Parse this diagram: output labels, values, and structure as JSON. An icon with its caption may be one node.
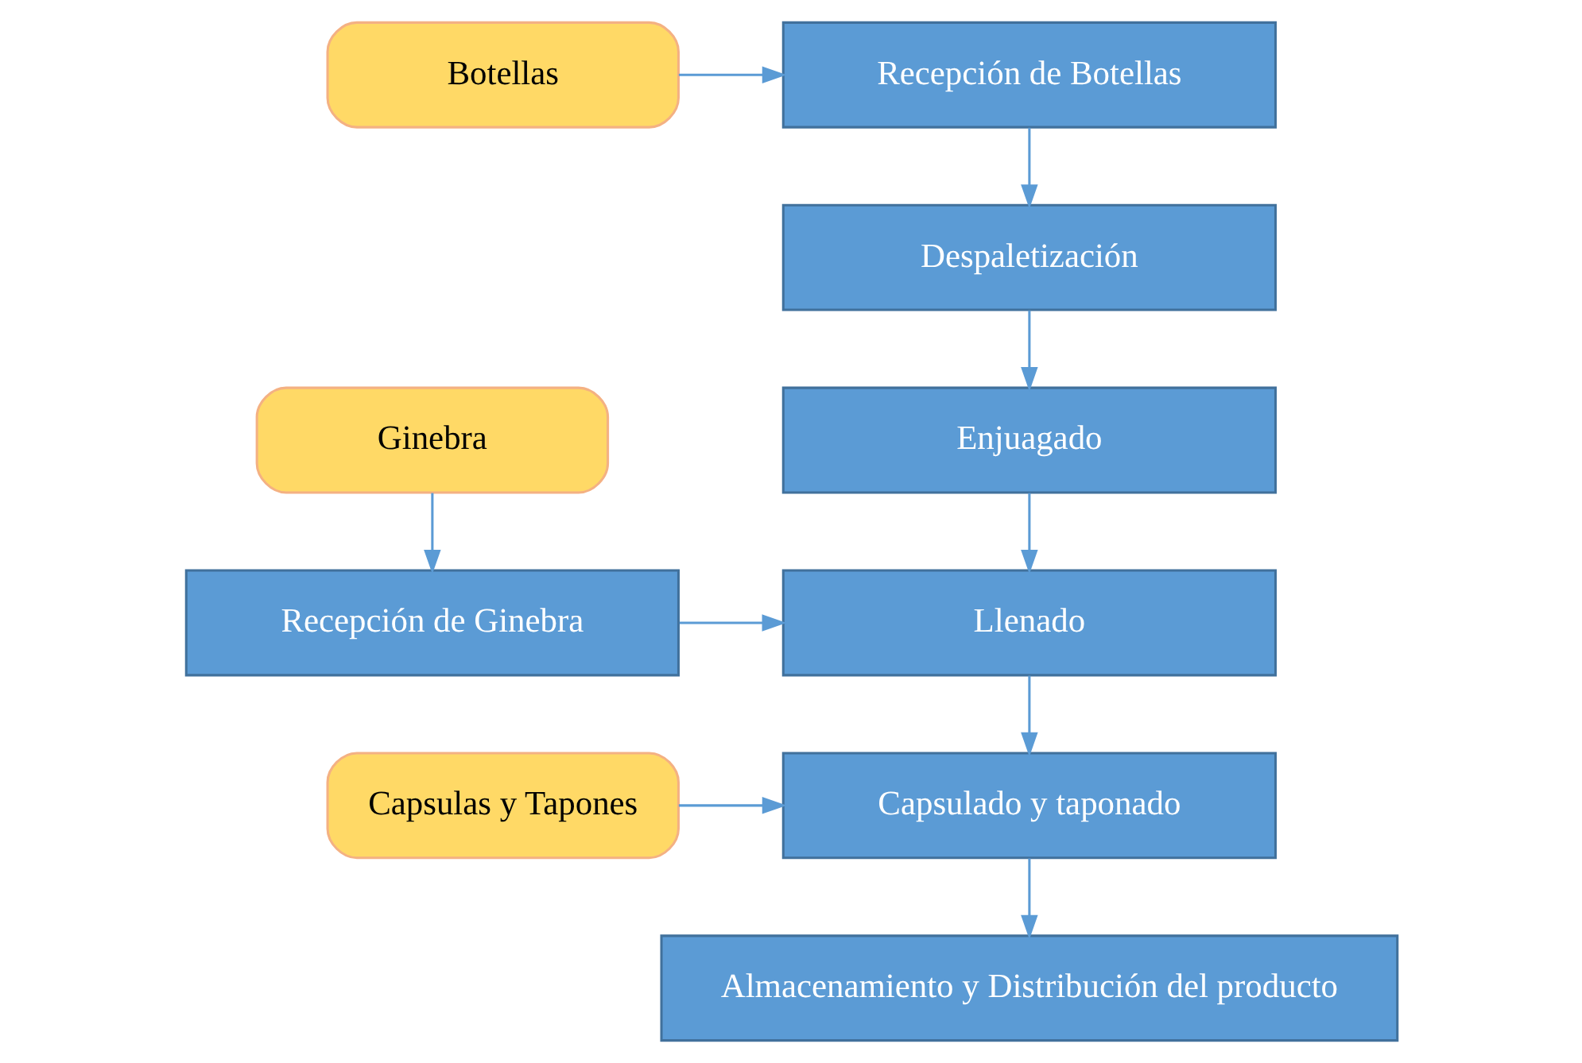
{
  "diagram": {
    "nodes": [
      {
        "text": [
          "Botellas"
        ]
      },
      {
        "text": [
          "Recepción de Botellas"
        ]
      },
      {
        "text": [
          "Despaletización"
        ]
      },
      {
        "text": [
          "Enjuagado"
        ]
      },
      {
        "text": [
          "Ginebra"
        ]
      },
      {
        "text": [
          "Llenado"
        ]
      },
      {
        "text": [
          "Recepción de Ginebra"
        ]
      },
      {
        "text": [
          "Capsulas y Tapones"
        ]
      },
      {
        "text": [
          "Capsulado y taponado"
        ]
      },
      {
        "text": [
          "Almacenamiento y Distribución del producto"
        ]
      }
    ],
    "edges": [
      {
        "from": 0,
        "to": 1,
        "arrow": "to"
      },
      {
        "from": 1,
        "to": 2,
        "arrow": "to"
      },
      {
        "from": 2,
        "to": 3,
        "arrow": "to"
      },
      {
        "from": 3,
        "to": 5,
        "arrow": "to"
      },
      {
        "from": 4,
        "to": 6,
        "arrow": "to"
      },
      {
        "from": 6,
        "to": 5,
        "arrow": "to"
      },
      {
        "from": 5,
        "to": 8,
        "arrow": "to"
      },
      {
        "from": 7,
        "to": 8,
        "arrow": "to"
      },
      {
        "from": 8,
        "to": 9,
        "arrow": "to"
      }
    ]
  }
}
